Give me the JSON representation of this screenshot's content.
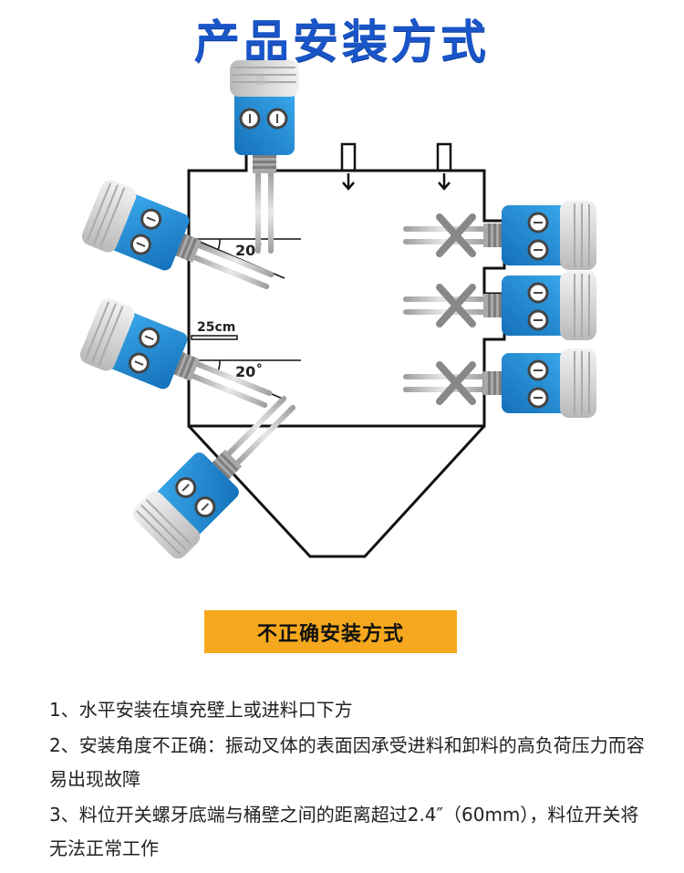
{
  "title": "产品安装方式",
  "diagram": {
    "angle_label_top": "20˚",
    "angle_label_bottom": "20˚",
    "distance_label": "25cm",
    "brand_mark": "淼"
  },
  "badge": "不正确安装方式",
  "notes": [
    "1、水平安装在填充壁上或进料口下方",
    "2、安装角度不正确：振动叉体的表面因承受进料和卸料的高负荷压力而容易出现故障",
    "3、料位开关螺牙底端与桶壁之间的距离超过2.4″（60mm），料位开关将无法正常工作"
  ],
  "colors": {
    "title": "#1a55c8",
    "housing_blue": "#1e8fd8",
    "cap_grey": "#d8d8d8",
    "badge_bg": "#f5a81d",
    "cross": "#888888"
  }
}
